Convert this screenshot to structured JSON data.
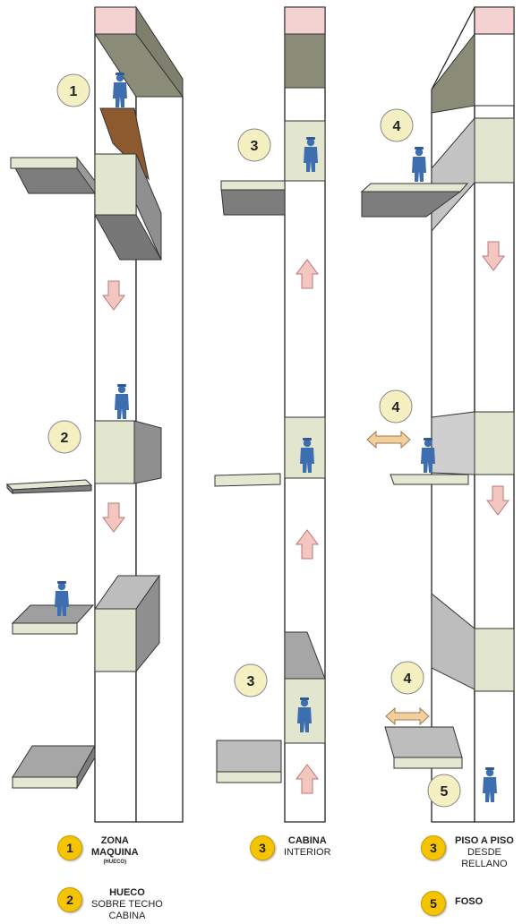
{
  "diagram": {
    "step_labels": {
      "c1": [
        "1",
        "2"
      ],
      "c2": [
        "3",
        "3"
      ],
      "c3": [
        "4",
        "4",
        "4",
        "5"
      ]
    }
  },
  "legend": {
    "items": [
      {
        "number": "1",
        "lines": [
          "ZONA",
          "MAQUINA",
          "(HUECO)"
        ]
      },
      {
        "number": "2",
        "lines": [
          "HUECO",
          "SOBRE TECHO",
          "CABINA"
        ]
      },
      {
        "number": "3",
        "lines": [
          "CABINA",
          "INTERIOR"
        ]
      },
      {
        "number": "3",
        "lines": [
          "PISO A PISO",
          "DESDE",
          "RELLANO"
        ]
      },
      {
        "number": "5",
        "lines": [
          "FOSO"
        ]
      }
    ]
  },
  "colors": {
    "shaft_fill": "#ffffff",
    "shaft_stroke": "#222222",
    "shaft_top": "#f4d2d2",
    "car_front": "#e2e6cf",
    "car_side": "#8f8f8f",
    "car_top": "#bdbdbd",
    "landing_top": "#e4e8d2",
    "landing_side": "#7d7d7d",
    "trapdoor": "#8c5a2e",
    "figure": "#3d6fb0",
    "arrow_pink": "#f4c6c0",
    "arrow_orange": "#f3cf9e",
    "circle_label": "#f4f0c2"
  }
}
